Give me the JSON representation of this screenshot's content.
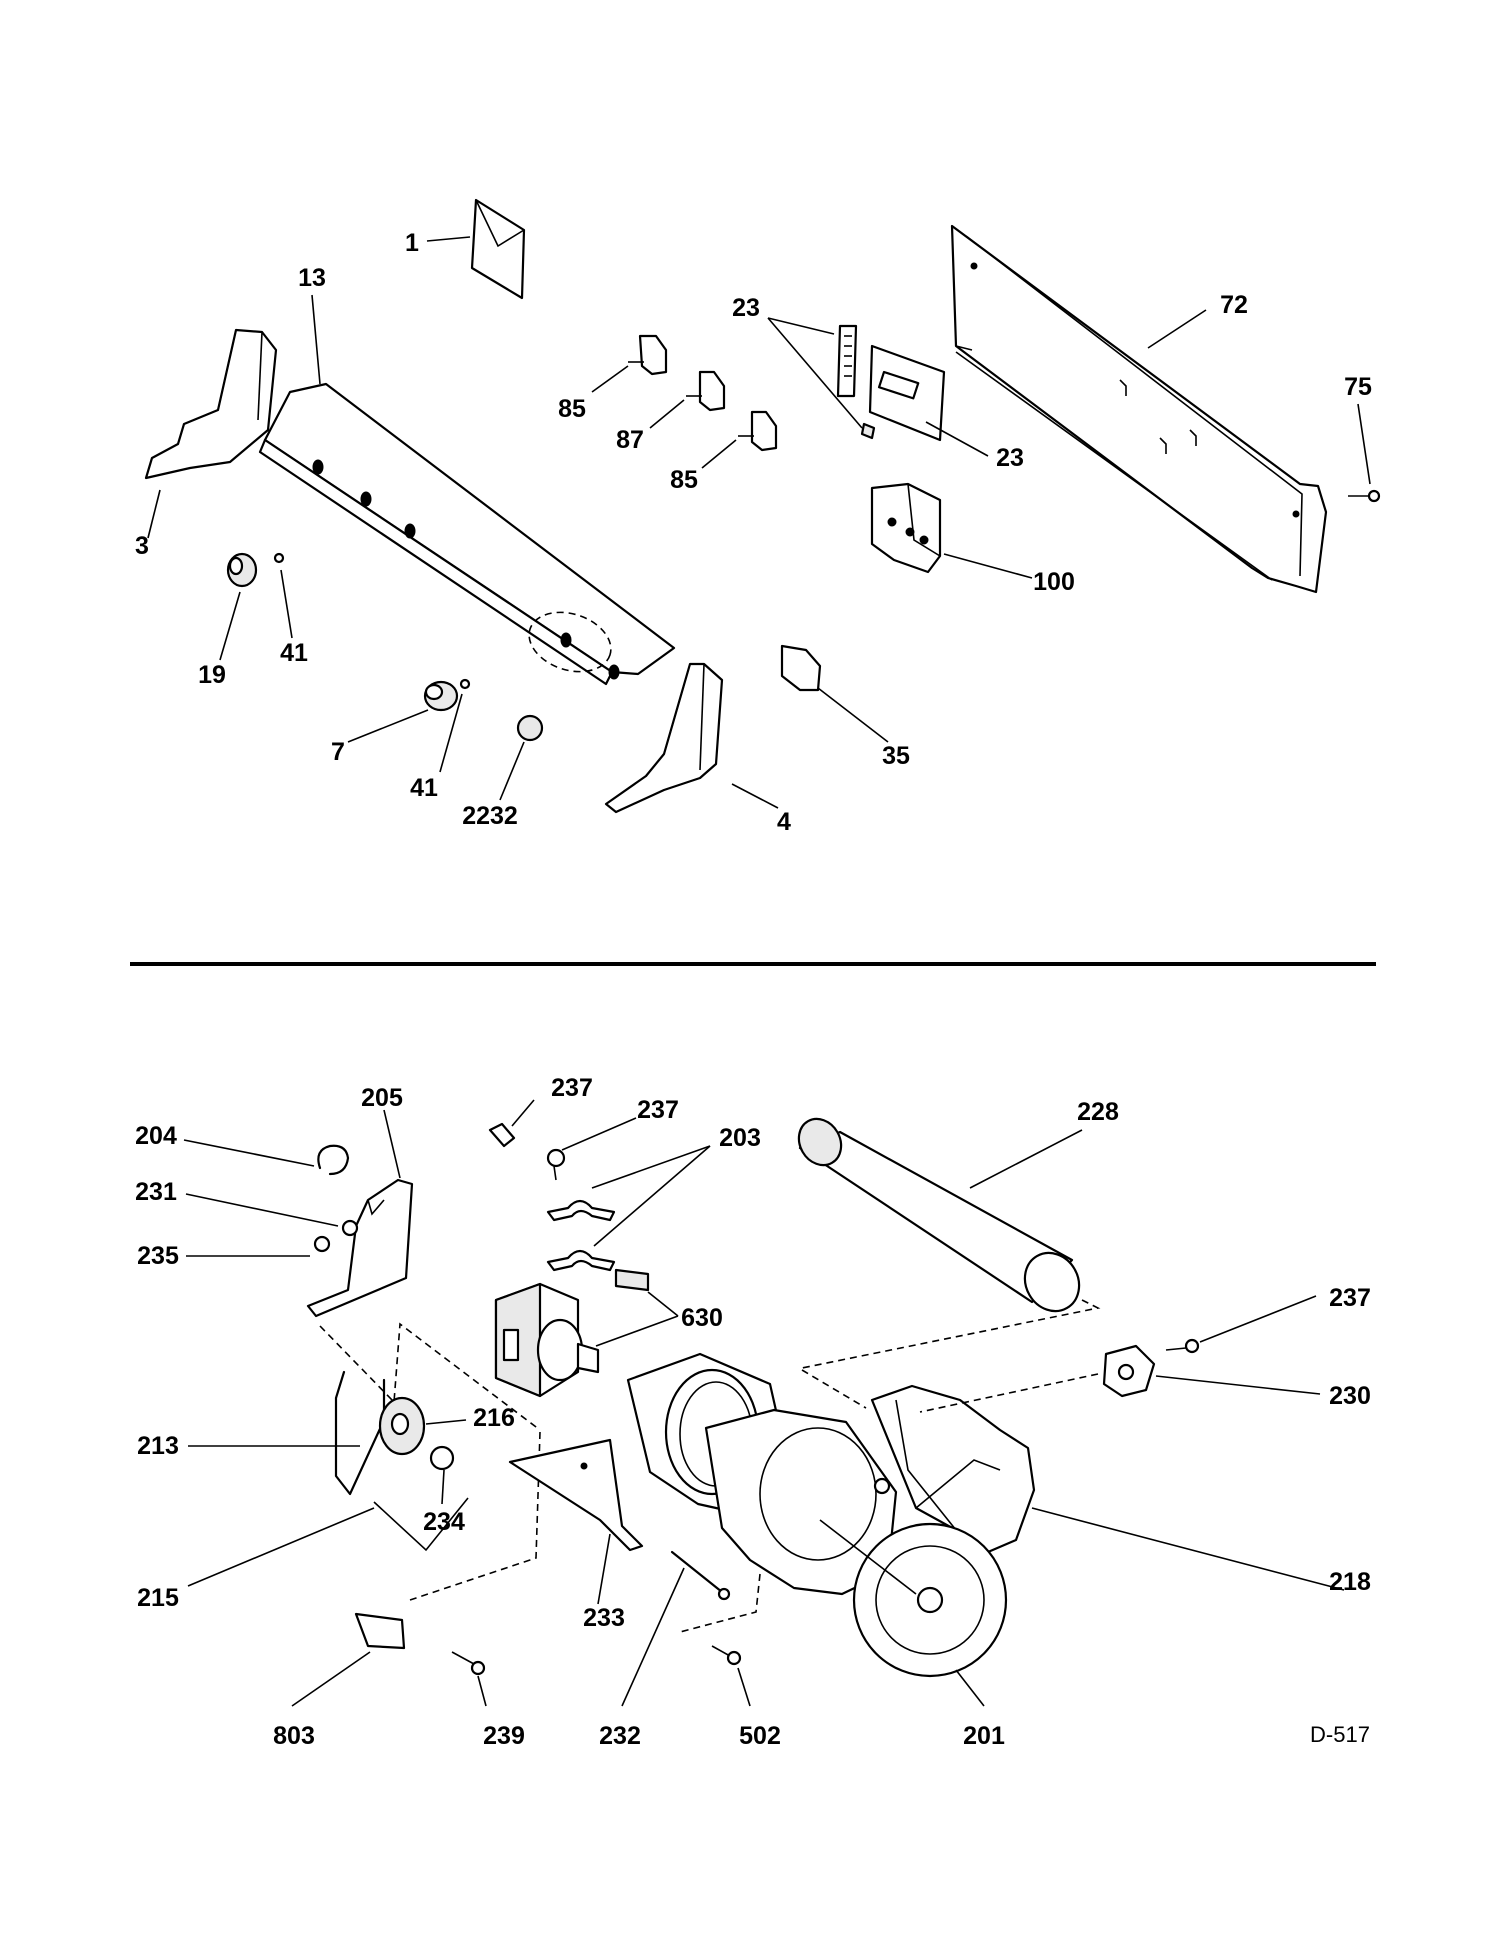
{
  "labels": {
    "l1": "1",
    "l13": "13",
    "l3": "3",
    "l19": "19",
    "l41a": "41",
    "l7": "7",
    "l41b": "41",
    "l2232": "2232",
    "l4": "4",
    "l85a": "85",
    "l87": "87",
    "l85b": "85",
    "l23a": "23",
    "l23b": "23",
    "l100": "100",
    "l35": "35",
    "l72": "72",
    "l75": "75",
    "l204": "204",
    "l205": "205",
    "l231": "231",
    "l235": "235",
    "l213": "213",
    "l216": "216",
    "l234": "234",
    "l215": "215",
    "l803": "803",
    "l239": "239",
    "l237a": "237",
    "l237b": "237",
    "l203": "203",
    "l630": "630",
    "l233": "233",
    "l232": "232",
    "l502": "502",
    "l201": "201",
    "l228": "228",
    "l237c": "237",
    "l230": "230",
    "l218": "218"
  },
  "drawing_code": "D-517"
}
